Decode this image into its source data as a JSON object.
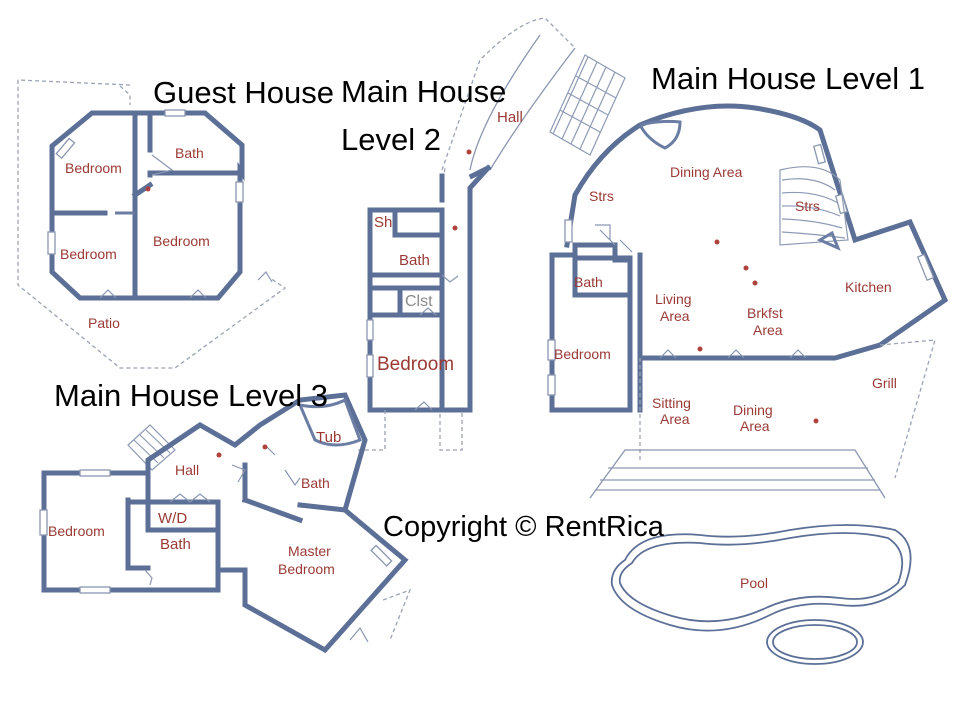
{
  "titles": {
    "guest_house": "Guest House",
    "main_level2_line1": "Main House",
    "main_level2_line2": "Level 2",
    "main_level1": "Main House Level 1",
    "main_level3": "Main House Level 3"
  },
  "copyright": "Copyright © RentRica",
  "guest_house_rooms": {
    "bedroom_nw": "Bedroom",
    "bath": "Bath",
    "bedroom_sw": "Bedroom",
    "bedroom_e": "Bedroom",
    "patio": "Patio"
  },
  "level2_rooms": {
    "hall": "Hall",
    "shower": "Sh",
    "bath": "Bath",
    "closet": "Clst",
    "bedroom": "Bedroom"
  },
  "level1_rooms": {
    "stairs_left": "Strs",
    "dining_area": "Dining Area",
    "stairs_right": "Strs",
    "kitchen": "Kitchen",
    "bath": "Bath",
    "living_area": [
      "Living",
      "Area"
    ],
    "breakfast_area": [
      "Brkfst",
      "Area"
    ],
    "bedroom": "Bedroom",
    "grill": "Grill",
    "sitting_area": [
      "Sitting",
      "Area"
    ],
    "dining_area_lower": [
      "Dining",
      "Area"
    ],
    "pool": "Pool"
  },
  "level3_rooms": {
    "tub": "Tub",
    "hall": "Hall",
    "bath_upper": "Bath",
    "bedroom": "Bedroom",
    "washer_dryer": "W/D",
    "bath": "Bath",
    "master_bedroom": [
      "Master",
      "Bedroom"
    ]
  },
  "colors": {
    "wall": "#5c6f96",
    "room_label": "#9a3a35",
    "marker_dot": "#b0423c"
  }
}
